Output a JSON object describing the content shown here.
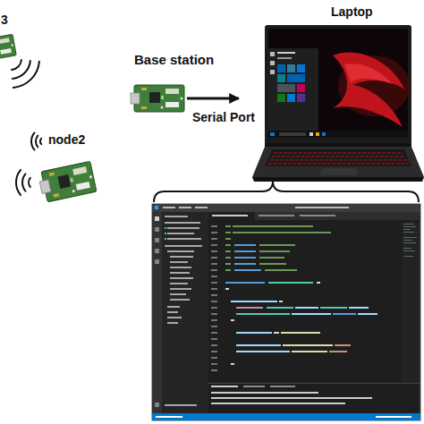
{
  "diagram": {
    "nodes": [
      {
        "text": [
          "3"
        ]
      },
      {
        "text": [
          "Base station"
        ]
      },
      {
        "text": [
          "Laptop"
        ]
      },
      {
        "text": [
          "node2"
        ]
      }
    ],
    "edges": [
      {
        "from": 1,
        "to": 2,
        "label": "Serial Port",
        "arrow": "to"
      }
    ]
  }
}
